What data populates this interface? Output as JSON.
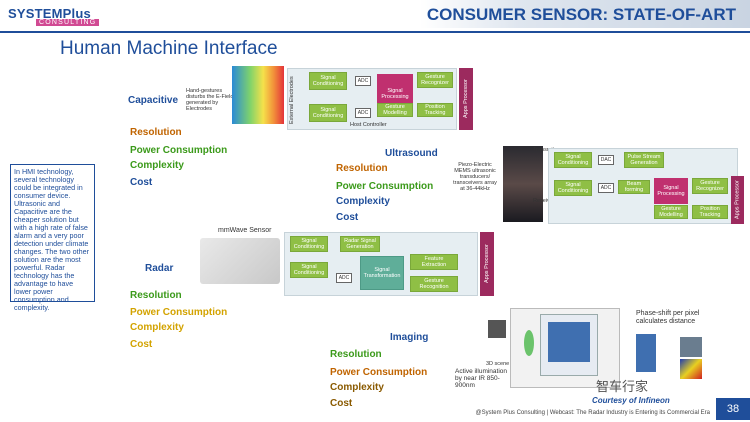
{
  "header": {
    "logo_top": "SYSTEMPlus",
    "logo_bottom": "CONSULTING",
    "title": "CONSUMER SENSOR: STATE-OF-ART",
    "subtitle": "Human Machine Interface"
  },
  "note": "In HMI technology, several technology could be integrated in consumer device. Ultrasonic and Capacitive are the cheaper solution but with a high rate of false alarm and a very poor detection under climate changes. The two other solution are the most powerful. Radar technology has the advantage to have lower power consumption and complexity.",
  "capacitive": {
    "label": "Capacitive",
    "criteria": [
      "Resolution",
      "Power Consumption",
      "Complexity",
      "Cost"
    ],
    "caption": "Hand-gestures disturbs the E-Field generated by Electrodes",
    "electrodes": "External Electrodes",
    "blocks": [
      "Signal Conditioning",
      "Signal Conditioning",
      "Signal Processing",
      "Gesture Recognizer",
      "Gesture Modelling",
      "Position Tracking"
    ],
    "adc": "ADC",
    "host": "Host Controller",
    "apps": "Apps Processor"
  },
  "ultrasound": {
    "label": "Ultrasound",
    "criteria": [
      "Resolution",
      "Power Consumption",
      "Complexity",
      "Cost"
    ],
    "caption": "Piezo-Electric MEMS ultrasonic transducers/ transceivers array at 36-44kHz",
    "transmit": "Transmit",
    "receive": "Receive",
    "blocks": [
      "Signal Conditioning",
      "Pulse Stream Generation",
      "Signal Conditioning",
      "Beam forming",
      "Signal Processing",
      "Gesture Recognizer",
      "Gesture Modelling",
      "Position Tracking"
    ],
    "dac": "DAC",
    "adc": "ADC",
    "apps": "Apps Processor"
  },
  "radar": {
    "label": "Radar",
    "criteria": [
      "Resolution",
      "Power Consumption",
      "Complexity",
      "Cost"
    ],
    "sensor": "mmWave Sensor",
    "blocks": [
      "Signal Conditioning",
      "Radar Signal Generation",
      "Signal Conditioning",
      "Signal Transformation",
      "Feature Extraction",
      "Gesture Recognition"
    ],
    "adc": "ADC",
    "apps": "Apps Processor"
  },
  "imaging": {
    "label": "Imaging",
    "criteria": [
      "Resolution",
      "Power Consumption",
      "Complexity",
      "Cost"
    ],
    "illumination": "Active illumination by near IR 850-900nm",
    "phase": "Phase-shift per pixel calculates distance",
    "scene": "3D scene",
    "credit": "Courtesy of Infineon"
  },
  "watermark": "智车行家",
  "footer": "@System Plus Consulting | Webcast: The Radar Industry is Entering its Commercial Era",
  "page": "38",
  "colors": {
    "accent": "#1f4e9a",
    "green_block": "#8fbf45",
    "magenta_block": "#c0306f",
    "teal_block": "#5fae99"
  }
}
